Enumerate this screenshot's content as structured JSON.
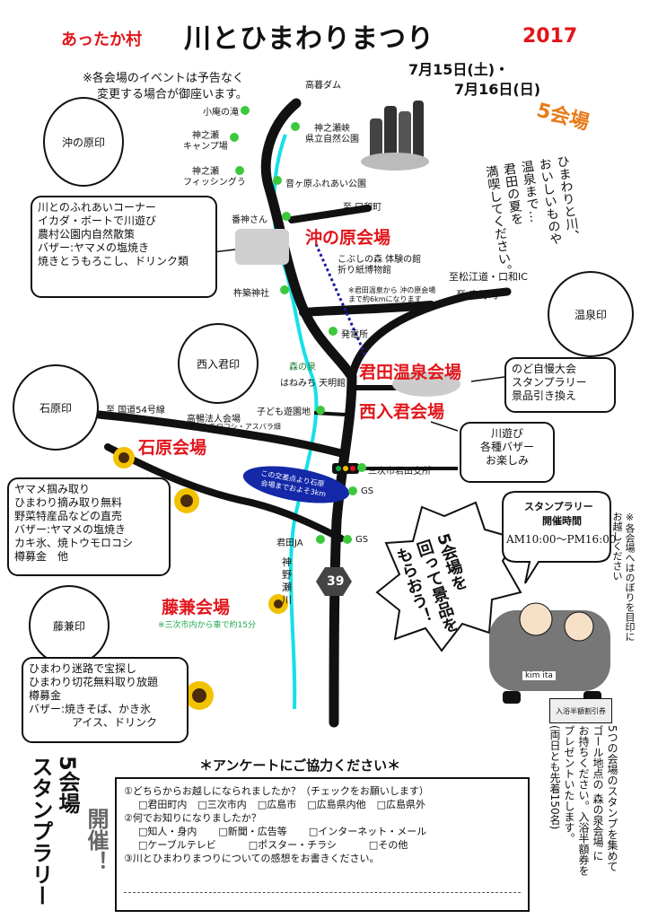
{
  "header": {
    "brand": "あったか村",
    "title": "川とひまわりまつり",
    "year": "2017",
    "date1": "7月15日(土)・",
    "date2": "7月16日(日)",
    "notice_line1": "※各会場のイベントは予告なく",
    "notice_line2": "変更する場合が御座います。",
    "badge": "5会場"
  },
  "intro_vertical": [
    "ひまわりと川、",
    "おいしいものや",
    "温泉まで…",
    "君田の夏を",
    "満喫してください。"
  ],
  "stamp_circles": {
    "okinohara": "沖の原印",
    "onsen": "温泉印",
    "nishiiri": "西入君印",
    "ishihara": "石原印",
    "fujikane": "藤兼印"
  },
  "places": {
    "takaya_dam": "高暮ダム",
    "konoki_falls": "小庵の滝",
    "kaminose_camp_1": "神之瀬",
    "kaminose_camp_2": "キャンプ場",
    "kaminose_fishing_1": "神之瀬",
    "kaminose_fishing_2": "フィッシングう",
    "kaminose_park_1": "神之瀬峡",
    "kaminose_park_2": "県立自然公園",
    "fureai_park": "音ヶ原ふれあい公園",
    "to_kuchiwa": "至 口和町",
    "bansuisan": "番神さん",
    "kobushi_1": "こぶしの森 体験の館",
    "kobushi_2": "折り紙博物館",
    "to_matsue": "至松江道・口和IC",
    "to_takano": "至 高野町",
    "kineshi": "杵築神社",
    "distance_note_1": "※君田温泉から 沖の原会場",
    "distance_note_2": "まで約6kmになります",
    "hasshodo": "発電所",
    "morinoizumi": "森の泉",
    "hakuchoshi": "はねみち 天明館",
    "route54": "至 国道54号線",
    "takahashi_hall": "高暢法人会場",
    "takahashi_sub": "※トウモロコシ・アスパラ畑",
    "kodomo_park": "子ども遊園地",
    "miyoshi_branch": "三次市君田支所",
    "gs1": "GS",
    "gs2": "GS",
    "kimita_ja": "君田JA",
    "kamino_river_1": "神",
    "kamino_river_2": "野",
    "kamino_river_3": "瀬",
    "kamino_river_4": "川",
    "route39": "39",
    "lake_note_1": "この交差点より石原",
    "lake_note_2": "会場までおよそ3km"
  },
  "venues": {
    "okinohara": "沖の原会場",
    "onsen": "君田温泉会場",
    "nishiiri": "西入君会場",
    "ishihara": "石原会場",
    "fujikane": "藤兼会場",
    "fujikane_note": "※三次市内から車で約15分"
  },
  "info_boxes": {
    "okinohara": [
      "川とのふれあいコーナー",
      "イカダ・ボートで川遊び",
      "農村公園内自然散策",
      "バザー:ヤマメの塩焼き",
      "焼きとうもろこし、ドリンク類"
    ],
    "onsen": [
      "のど自慢大会",
      "スタンプラリー",
      "景品引き換え"
    ],
    "nishiiri": [
      "川遊び",
      "各種バザー",
      "お楽しみ"
    ],
    "ishihara": [
      "ヤマメ掴み取り",
      "ひまわり摘み取り無料",
      "野菜特産品などの直売",
      "バザー:ヤマメの塩焼き",
      "カキ氷、焼トウモロコシ",
      "樽募金　他"
    ],
    "fujikane": [
      "ひまわり迷路で宝探し",
      "ひまわり切花無料取り放題",
      "樽募金",
      "バザー:焼きそば、かき氷",
      "　　　　アイス、ドリンク"
    ]
  },
  "stamp_rally": {
    "title": "スタンプラリー",
    "subtitle": "開催時間",
    "hours": "AM10:00〜PM16:00",
    "callout": [
      "5会場を",
      "回って景品を",
      "もらおう！"
    ],
    "right_note": [
      "※各会場へはのぼりを目印に",
      "お越しください"
    ],
    "bottom_note": [
      "5つの会場のスタンプを集めて",
      "ゴール地点の 森の泉会場 に",
      "お持ちください。入浴半額券を",
      "プレゼントいたします。",
      "(両日とも先着150名)"
    ],
    "car_plate": "kim ita",
    "ticket": "入浴半額割引券",
    "left_vertical_1": "5会場",
    "left_vertical_2": "スタンプラリー",
    "left_vertical_3": "開催！"
  },
  "survey": {
    "heading": "＊アンケートにご協力ください＊",
    "q1": "①どちらからお越しになられましたか？（チェックをお願いします）",
    "q1_opts": [
      "□君田町内",
      "□三次市内",
      "□広島市",
      "□広島県内他",
      "□広島県外"
    ],
    "q2": "②何でお知りになりましたか？",
    "q2_opts_a": [
      "□知人・身内",
      "□新聞・広告等",
      "□インターネット・メール"
    ],
    "q2_opts_b": [
      "□ケーブルテレビ",
      "□ポスター・チラシ",
      "□その他"
    ],
    "q3": "③川とひまわりまつりについての感想をお書きください。"
  },
  "colors": {
    "accent_red": "#e1161b",
    "title_orange": "#e87a16",
    "river": "#16e0e8",
    "route": "#1a1aa0",
    "green_dot": "#3cc83c",
    "lake": "#1428a8",
    "sunflower": "#f2c200"
  }
}
